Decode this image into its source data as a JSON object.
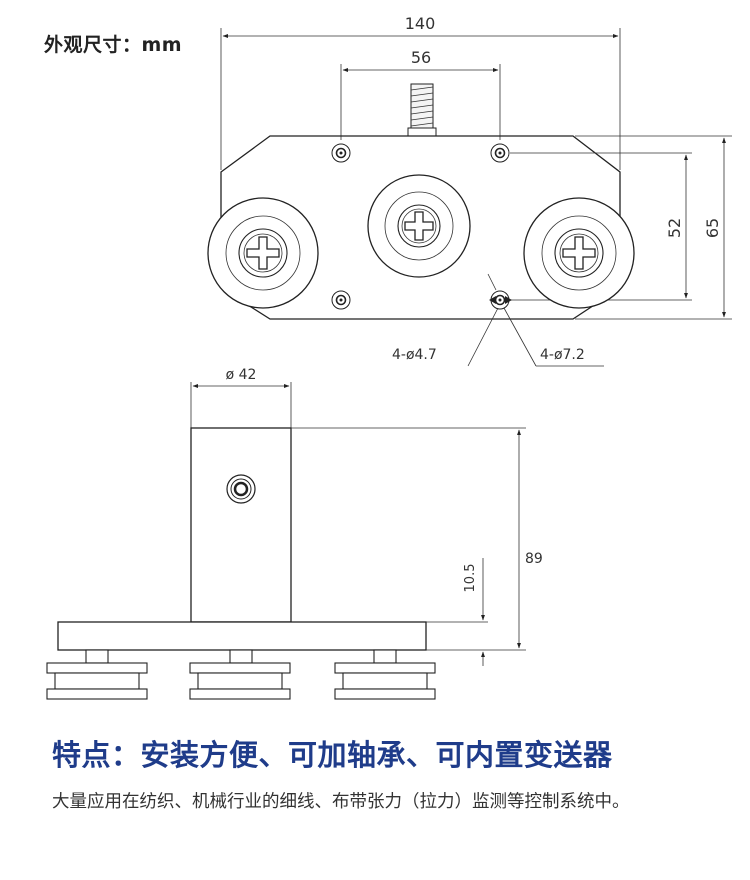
{
  "unit_label": "外观尺寸：mm",
  "top_view": {
    "dim_width": "140",
    "dim_hole_spacing": "56",
    "dim_inner_height": "52",
    "dim_outer_height": "65",
    "dim_small_hole": "4-ø4.7",
    "dim_large_hole": "4-ø7.2"
  },
  "side_view": {
    "dim_diameter": "ø 42",
    "dim_height": "89",
    "dim_base": "10.5"
  },
  "feature_title": "特点：安装方便、可加轴承、可内置变送器",
  "feature_description": "大量应用在纺织、机械行业的细线、布带张力（拉力）监测等控制系统中。"
}
